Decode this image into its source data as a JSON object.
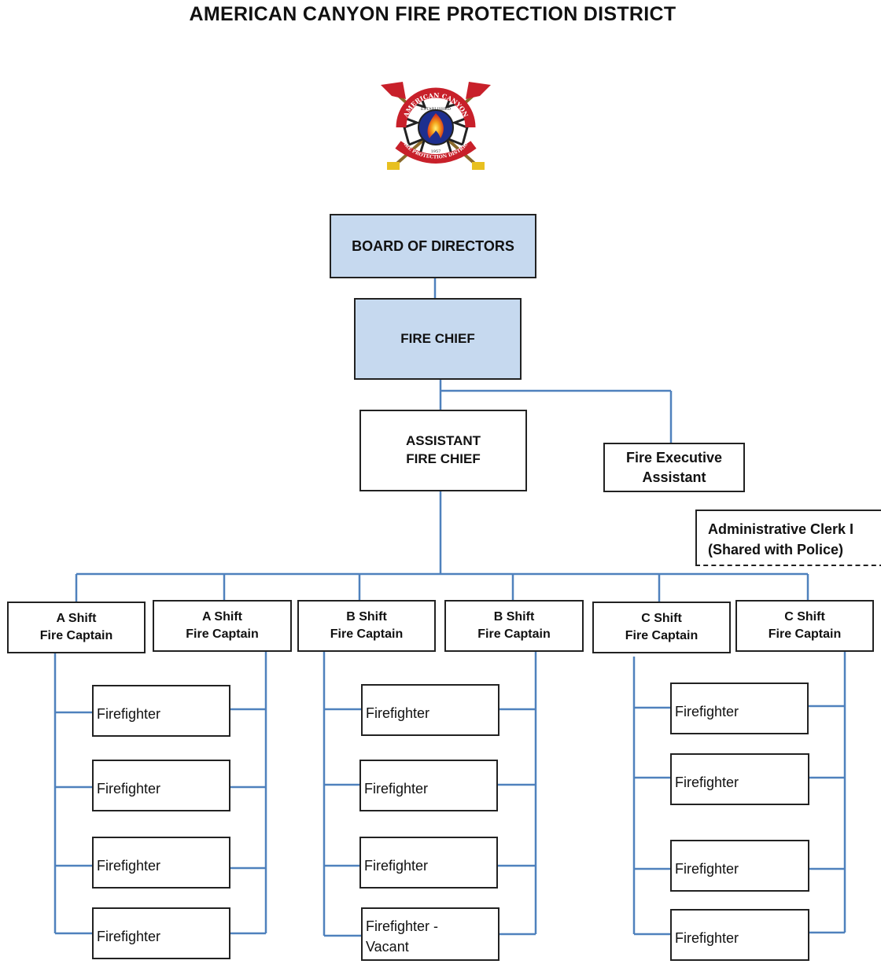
{
  "title": "AMERICAN CANYON FIRE PROTECTION DISTRICT",
  "logo": {
    "arc_top": "AMERICAN CANYON",
    "established": "ESTABLISHED",
    "year": "1957",
    "arc_bottom": "FIRE PROTECTION DISTRICT",
    "icon": "fire-district-badge-icon"
  },
  "colors": {
    "connector": "#4f81bd",
    "top_box_fill": "#c6d9ef",
    "box_border": "#222222"
  },
  "org": {
    "board": "BOARD OF DIRECTORS",
    "chief": "FIRE CHIEF",
    "assistant_chief": [
      "ASSISTANT",
      "FIRE CHIEF"
    ],
    "executive_assistant": [
      "Fire Executive",
      "Assistant"
    ],
    "clerk": [
      "Administrative Clerk I",
      "(Shared with Police)"
    ],
    "captains": [
      [
        "A Shift",
        "Fire Captain"
      ],
      [
        "A Shift",
        "Fire Captain"
      ],
      [
        "B Shift",
        "Fire Captain"
      ],
      [
        "B Shift",
        "Fire Captain"
      ],
      [
        "C Shift",
        "Fire Captain"
      ],
      [
        "C Shift",
        "Fire Captain"
      ]
    ],
    "shifts": [
      {
        "firefighters": [
          [
            "Firefighter"
          ],
          [
            "Firefighter"
          ],
          [
            "Firefighter"
          ],
          [
            "Firefighter"
          ]
        ]
      },
      {
        "firefighters": [
          [
            "Firefighter"
          ],
          [
            "Firefighter"
          ],
          [
            "Firefighter"
          ],
          [
            "Firefighter -",
            "Vacant"
          ]
        ]
      },
      {
        "firefighters": [
          [
            "Firefighter"
          ],
          [
            "Firefighter"
          ],
          [
            "Firefighter"
          ],
          [
            "Firefighter"
          ]
        ]
      }
    ]
  }
}
